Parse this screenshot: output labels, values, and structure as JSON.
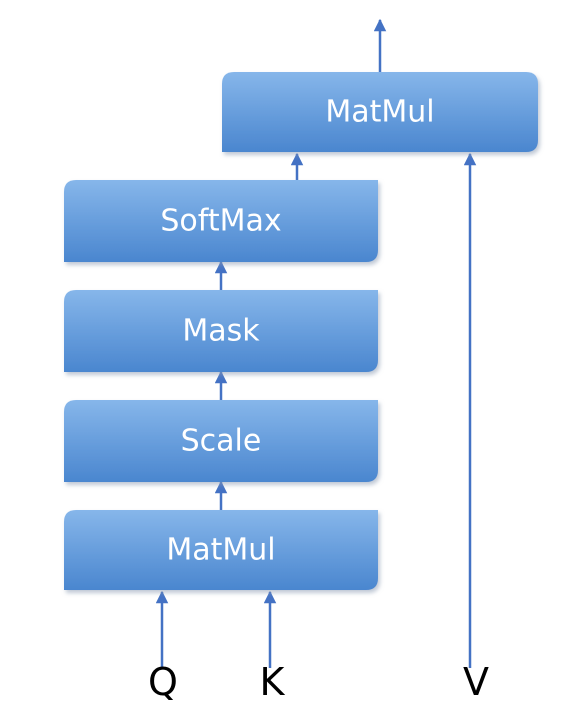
{
  "colors": {
    "block_top": "#7fb1e6",
    "block_bottom": "#4a86cf",
    "arrow": "#4472c4",
    "block_text": "#ffffff",
    "input_text": "#000000"
  },
  "blocks": {
    "matmul_top": "MatMul",
    "softmax": "SoftMax",
    "mask": "Mask",
    "scale": "Scale",
    "matmul_bottom": "MatMul"
  },
  "inputs": {
    "q": "Q",
    "k": "K",
    "v": "V"
  }
}
